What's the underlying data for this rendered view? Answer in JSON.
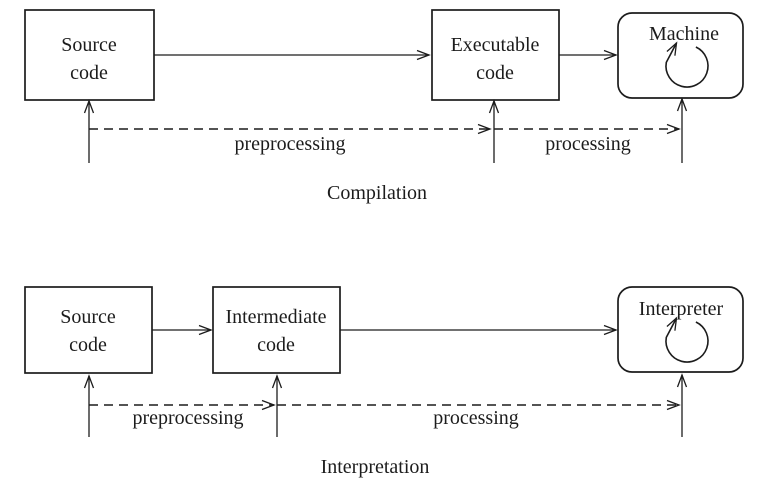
{
  "colors": {
    "ink": "#1c1c1c",
    "background": "#ffffff"
  },
  "compilation": {
    "caption": "Compilation",
    "source_box": {
      "line1": "Source",
      "line2": "code"
    },
    "executable_box": {
      "line1": "Executable",
      "line2": "code"
    },
    "machine_box": {
      "label": "Machine"
    },
    "preprocessing_label": "preprocessing",
    "processing_label": "processing"
  },
  "interpretation": {
    "caption": "Interpretation",
    "source_box": {
      "line1": "Source",
      "line2": "code"
    },
    "intermediate_box": {
      "line1": "Intermediate",
      "line2": "code"
    },
    "interpreter_box": {
      "label": "Interpreter"
    },
    "preprocessing_label": "preprocessing",
    "processing_label": "processing"
  }
}
